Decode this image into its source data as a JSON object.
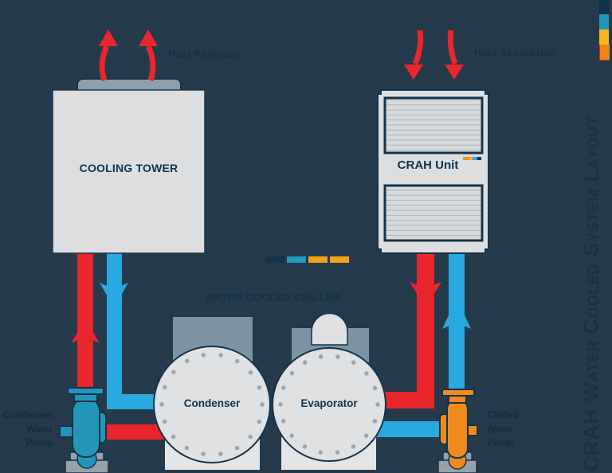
{
  "side_title": "CRAH Water Cooled System Layout",
  "labels": {
    "heat_rejection": "Heat Rejection",
    "heat_absorption": "Heat Absorbtion",
    "cooling_tower": "COOLING TOWER",
    "crah_unit": "CRAH Unit",
    "chiller": "WATER-COOLED CHILLER",
    "condenser": "Condenser",
    "evaporator": "Evaporator"
  },
  "condenser_pump_label": {
    "line1": "Condenser",
    "line2": "Water",
    "line3": "Pump"
  },
  "chilled_pump_label": {
    "line1": "Chilled",
    "line2": "Water",
    "line3": "Pump"
  },
  "colors": {
    "background": "#253a4b",
    "hot_pipe_red": "#e8262b",
    "cold_pipe_blue": "#2aa9e1",
    "condenser_pump_teal": "#2396b8",
    "chilled_pump_orange": "#ef8b1e",
    "equipment_light_gray": "#dfe1e3",
    "equipment_slate": "#7b93a2",
    "tower_cap_gray": "#8ba0ac",
    "pump_base_gray": "#97a1a8",
    "label_navy": "#0f3450",
    "accent_amber": "#f5b21a"
  },
  "legend_bar_colors": [
    "#0d3349",
    "#2097ba",
    "#f8b71c",
    "#ee8411"
  ],
  "divider_bar_colors": [
    "#16354b",
    "#2398ba",
    "#f5a01b",
    "#f5a01b"
  ],
  "crah_brand_strip_colors": [
    "#f0921d",
    "#f5b31a",
    "#2aa9e1",
    "#14334c"
  ]
}
